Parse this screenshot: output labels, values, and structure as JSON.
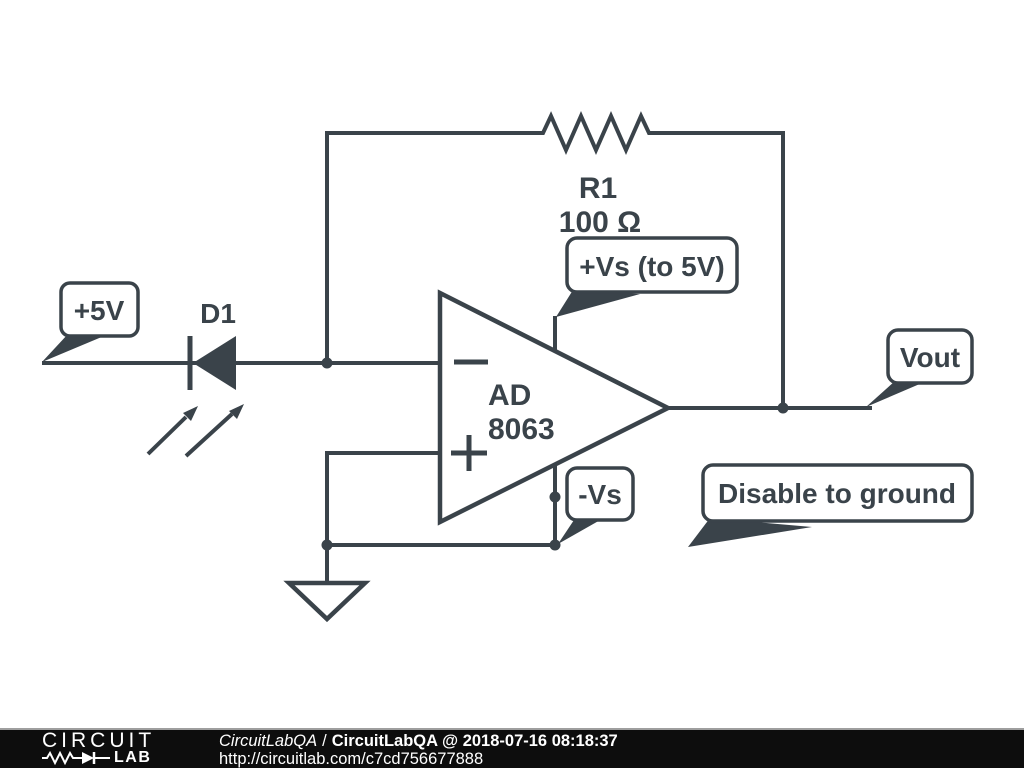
{
  "colors": {
    "ink": "#3a434a",
    "canvas": "#ffffff",
    "footer_bg": "#0d0d0d",
    "footer_text": "#ffffff"
  },
  "schematic": {
    "net_labels": {
      "plus5v": "+5V",
      "vplus": "+Vs (to 5V)",
      "vminus": "-Vs",
      "vout": "Vout",
      "note": "Disable to ground"
    },
    "components": {
      "diode_ref": "D1",
      "resistor_ref": "R1",
      "resistor_value": "100 Ω",
      "opamp_part_line1": "AD",
      "opamp_part_line2": "8063",
      "opamp_inverting_symbol": "−",
      "opamp_noninverting_symbol": "+"
    }
  },
  "footer": {
    "logo_line1": "CIRCUIT",
    "logo_line2": "LAB",
    "author": "CircuitLabQA",
    "separator": "/",
    "title": "CircuitLabQA @ 2018-07-16 08:18:37",
    "url": "http://circuitlab.com/c7cd756677888"
  }
}
